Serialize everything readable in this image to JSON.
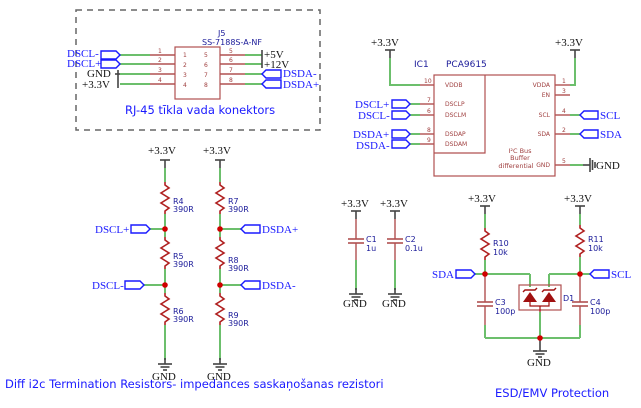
{
  "connector_block": {
    "title": "RJ-45 tīkla vada konektors",
    "ref": "J5",
    "part": "SS-7188S-A-NF",
    "left_pins": [
      "1",
      "2",
      "3",
      "4"
    ],
    "right_pins": [
      "5",
      "6",
      "7",
      "8"
    ],
    "inner_left": [
      "1",
      "2",
      "3",
      "4"
    ],
    "inner_right": [
      "5",
      "6",
      "7",
      "8"
    ],
    "left_nets": [
      "DSCL-",
      "DSCL+",
      "GND",
      "+3.3V"
    ],
    "right_nets": [
      "+5V",
      "+12V",
      "DSDA-",
      "DSDA+"
    ]
  },
  "ic": {
    "ref": "IC1",
    "part": "PCA9615",
    "left_pins": [
      {
        "num": "10",
        "name": "VDDB"
      },
      {
        "num": "7",
        "name": "DSCLP"
      },
      {
        "num": "6",
        "name": "DSCLM"
      },
      {
        "num": "8",
        "name": "DSDAP"
      },
      {
        "num": "9",
        "name": "DSDAM"
      }
    ],
    "right_pins": [
      {
        "num": "1",
        "name": "VDDA"
      },
      {
        "num": "3",
        "name": "EN"
      },
      {
        "num": "4",
        "name": "SCL"
      },
      {
        "num": "2",
        "name": "SDA"
      },
      {
        "num": "5",
        "name": "GND"
      }
    ],
    "desc": [
      "I²C Bus",
      "Buffer",
      "differential"
    ],
    "power_left": "+3.3V",
    "power_right": "+3.3V",
    "left_nets": [
      "DSCL+",
      "DSCL-",
      "DSDA+",
      "DSDA-"
    ],
    "right_nets": [
      "SCL",
      "SDA",
      "GND"
    ]
  },
  "termination": {
    "title": "Diff i2c Termination Resistors- impedances saskaņošanas rezistori",
    "col1": {
      "power": "+3.3V",
      "gnd": "GND",
      "resistors": [
        {
          "ref": "R4",
          "val": "390R"
        },
        {
          "ref": "R5",
          "val": "390R"
        },
        {
          "ref": "R6",
          "val": "390R"
        }
      ],
      "nets": [
        "DSCL+",
        "DSCL-"
      ]
    },
    "col2": {
      "power": "+3.3V",
      "gnd": "GND",
      "resistors": [
        {
          "ref": "R7",
          "val": "390R"
        },
        {
          "ref": "R8",
          "val": "390R"
        },
        {
          "ref": "R9",
          "val": "390R"
        }
      ],
      "nets": [
        "DSDA+",
        "DSDA-"
      ]
    }
  },
  "decoupling": {
    "caps": [
      {
        "ref": "C1",
        "val": "1u",
        "power": "+3.3V",
        "gnd": "GND"
      },
      {
        "ref": "C2",
        "val": "0.1u",
        "power": "+3.3V",
        "gnd": "GND"
      }
    ]
  },
  "esd": {
    "title": "ESD/EMV Protection",
    "power_left": "+3.3V",
    "power_right": "+3.3V",
    "r_left": {
      "ref": "R10",
      "val": "10k"
    },
    "r_right": {
      "ref": "R11",
      "val": "10k"
    },
    "c_left": {
      "ref": "C3",
      "val": "100p"
    },
    "c_right": {
      "ref": "C4",
      "val": "100p"
    },
    "diode": "D1",
    "net_left": "SDA",
    "net_right": "SCL",
    "gnd": "GND"
  },
  "colors": {
    "wire": "#6cbf6c",
    "net_label": "#1a1aff",
    "component": "#b05050",
    "junction": "#d00000"
  }
}
